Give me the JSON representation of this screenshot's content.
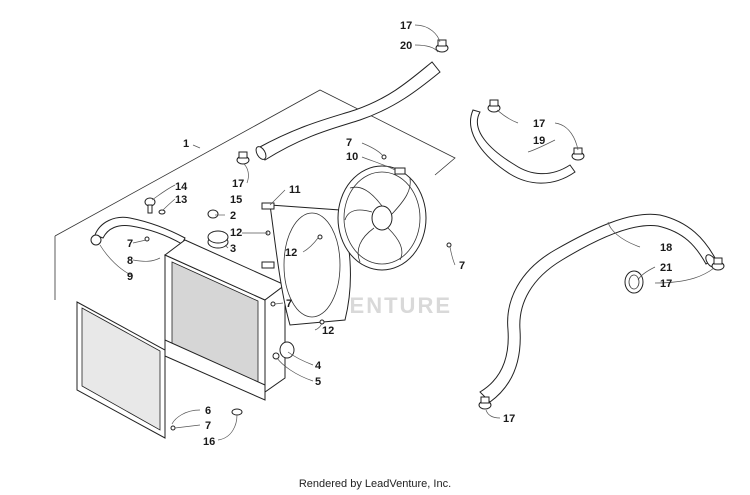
{
  "watermark": "LEADVENTURE",
  "footer": "Rendered by LeadVenture, Inc.",
  "callouts": {
    "c1": "1",
    "c2": "2",
    "c3": "3",
    "c4": "4",
    "c5": "5",
    "c6": "6",
    "c7_a": "7",
    "c7_b": "7",
    "c7_c": "7",
    "c7_d": "7",
    "c7_e": "7",
    "c8": "8",
    "c9": "9",
    "c10": "10",
    "c11": "11",
    "c12_a": "12",
    "c12_b": "12",
    "c12_c": "12",
    "c13": "13",
    "c14": "14",
    "c15": "15",
    "c16": "16",
    "c17_a": "17",
    "c17_b": "17",
    "c17_c": "17",
    "c17_d": "17",
    "c17_e": "17",
    "c18": "18",
    "c19": "19",
    "c20": "20",
    "c21": "21"
  }
}
